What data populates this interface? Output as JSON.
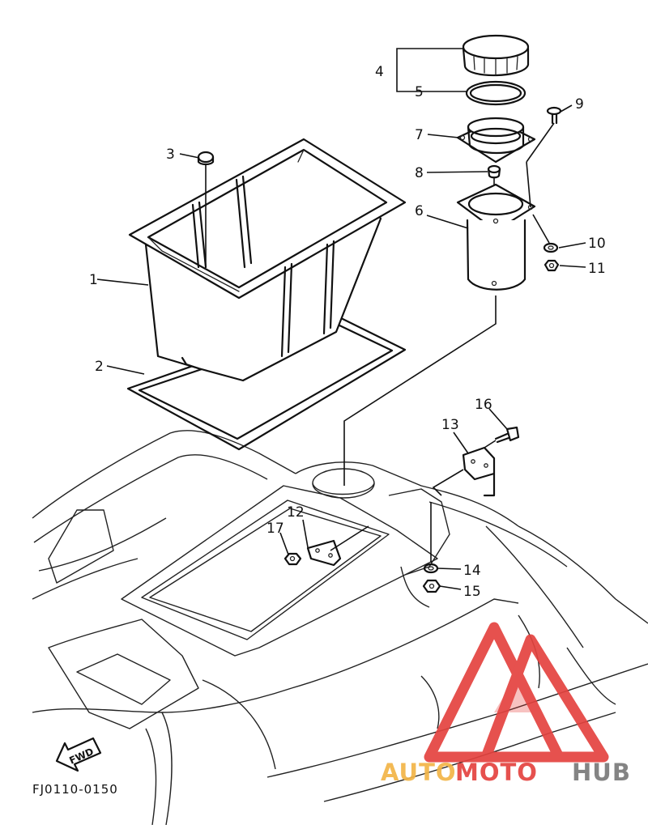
{
  "diagram": {
    "part_numbers": [
      "1",
      "2",
      "3",
      "4",
      "5",
      "6",
      "7",
      "8",
      "9",
      "10",
      "11",
      "12",
      "13",
      "14",
      "15",
      "16",
      "17"
    ],
    "direction_label": "FWD",
    "figure_code": "FJ0110-0150"
  },
  "watermark": {
    "brand_auto": "AUTO",
    "brand_moto": "MOTO",
    "brand_hub": "HUB",
    "color_red": "#e4433f",
    "color_orange": "#f2b547",
    "color_grey": "#7a7a7a"
  }
}
